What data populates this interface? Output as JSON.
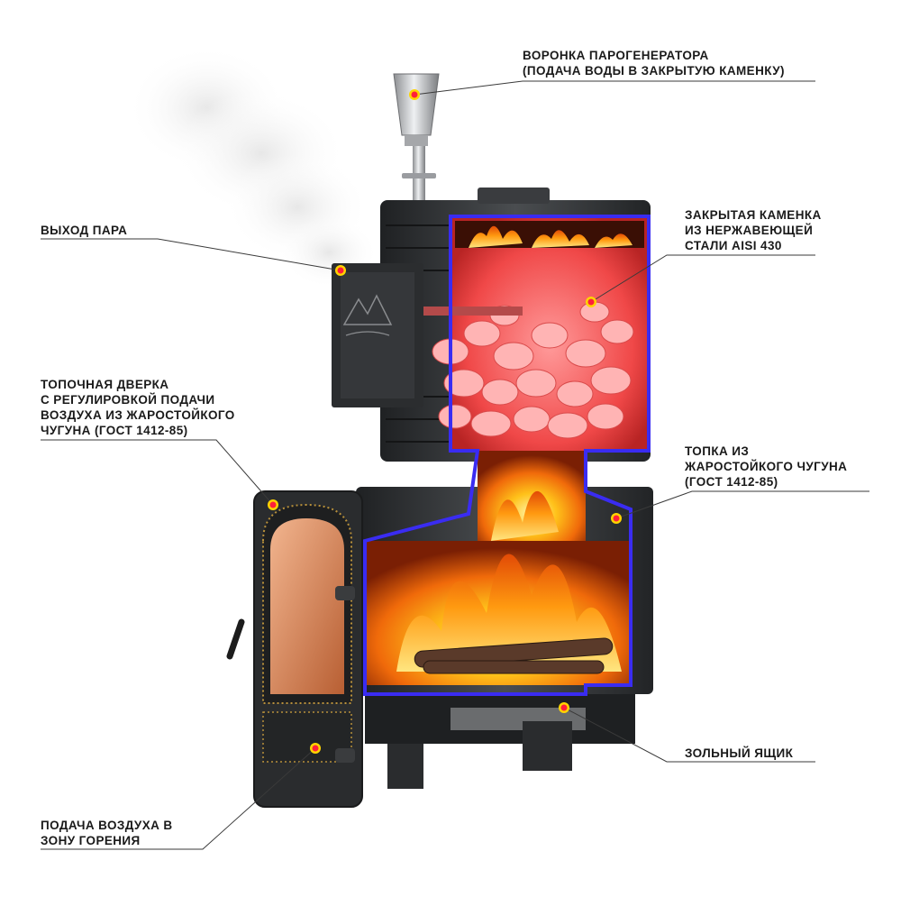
{
  "colors": {
    "accent_dot": "#ff1f3a",
    "dot_ring": "#ffd400",
    "section_outline": "#3a2cf2",
    "iron": "#2f3133",
    "leader_line": "#3a3a3a"
  },
  "callouts": [
    {
      "id": "funnel",
      "lines": [
        "ВОРОНКА ПАРОГЕНЕРАТОРА",
        "(ПОДАЧА ВОДЫ В ЗАКРЫТУЮ КАМЕНКУ)"
      ]
    },
    {
      "id": "steam-outlet",
      "lines": [
        "ВЫХОД ПАРА"
      ]
    },
    {
      "id": "closed-heater",
      "lines": [
        "ЗАКРЫТАЯ КАМЕНКА",
        "ИЗ НЕРЖАВЕЮЩЕЙ",
        "СТАЛИ AISI 430"
      ]
    },
    {
      "id": "fire-door",
      "lines": [
        "ТОПОЧНАЯ ДВЕРКА",
        "С РЕГУЛИРОВКОЙ ПОДАЧИ",
        "ВОЗДУХА ИЗ ЖАРОСТОЙКОГО",
        "ЧУГУНА (ГОСТ 1412-85)"
      ]
    },
    {
      "id": "firebox",
      "lines": [
        "ТОПКА ИЗ",
        "ЖАРОСТОЙКОГО ЧУГУНА",
        "(ГОСТ 1412-85)"
      ]
    },
    {
      "id": "ash-box",
      "lines": [
        "ЗОЛЬНЫЙ ЯЩИК"
      ]
    },
    {
      "id": "air-supply",
      "lines": [
        "ПОДАЧА ВОЗДУХА В",
        "ЗОНУ ГОРЕНИЯ"
      ]
    }
  ]
}
